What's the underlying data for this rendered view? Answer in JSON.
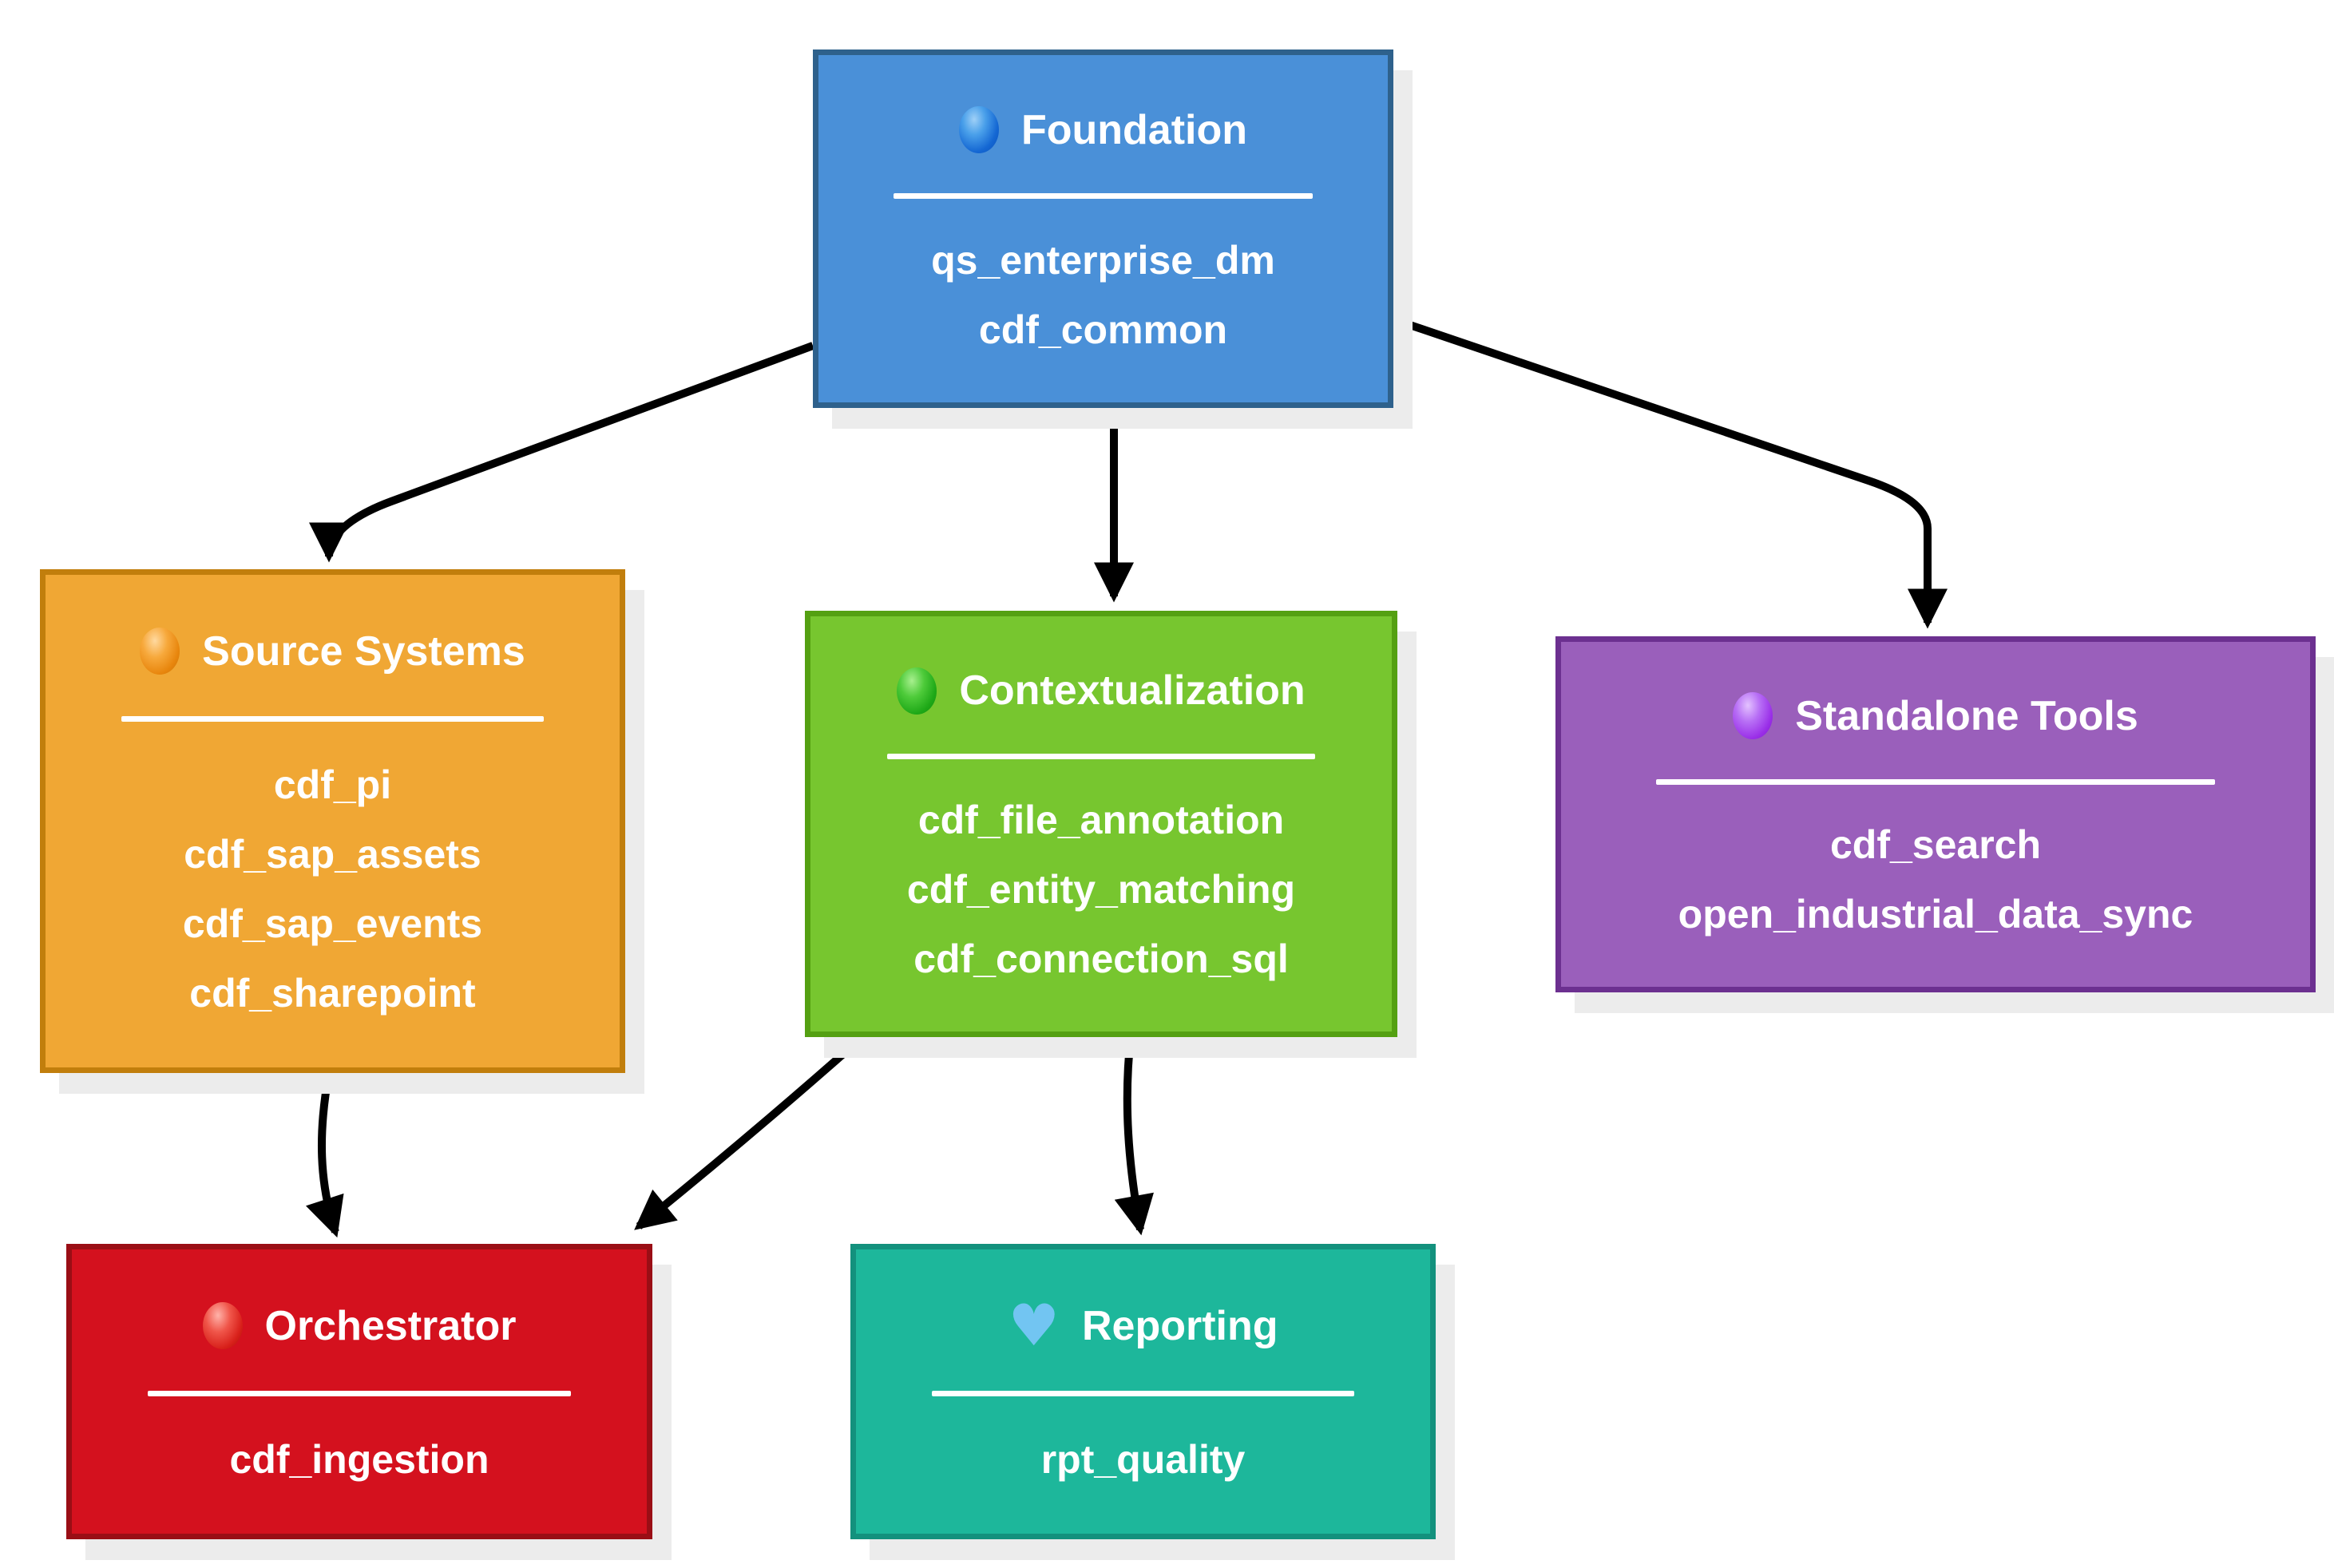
{
  "canvas": {
    "background": "#FFFFFF"
  },
  "arrow_color": "#000000",
  "nodes": {
    "foundation": {
      "title": "Foundation",
      "icon": "blue-circle-icon",
      "items": [
        "qs_enterprise_dm",
        "cdf_common"
      ],
      "fill": "#4A90D8",
      "border": "#2E618C"
    },
    "source_systems": {
      "title": "Source Systems",
      "icon": "orange-circle-icon",
      "items": [
        "cdf_pi",
        "cdf_sap_assets",
        "cdf_sap_events",
        "cdf_sharepoint"
      ],
      "fill": "#F0A734",
      "border": "#C17E0C"
    },
    "contextualization": {
      "title": "Contextualization",
      "icon": "green-circle-icon",
      "items": [
        "cdf_file_annotation",
        "cdf_entity_matching",
        "cdf_connection_sql"
      ],
      "fill": "#77C62F",
      "border": "#54A012"
    },
    "standalone_tools": {
      "title": "Standalone Tools",
      "icon": "purple-circle-icon",
      "items": [
        "cdf_search",
        "open_industrial_data_sync"
      ],
      "fill": "#9A5FBB",
      "border": "#6C3090"
    },
    "orchestrator": {
      "title": "Orchestrator",
      "icon": "red-circle-icon",
      "items": [
        "cdf_ingestion"
      ],
      "fill": "#D4111E",
      "border": "#9A0E15"
    },
    "reporting": {
      "title": "Reporting",
      "icon": "blue-heart-icon",
      "items": [
        "rpt_quality"
      ],
      "fill": "#1DB79B",
      "border": "#13917D"
    }
  },
  "edges": [
    {
      "from": "foundation",
      "to": "source_systems"
    },
    {
      "from": "foundation",
      "to": "contextualization"
    },
    {
      "from": "foundation",
      "to": "standalone_tools"
    },
    {
      "from": "source_systems",
      "to": "orchestrator"
    },
    {
      "from": "contextualization",
      "to": "orchestrator"
    },
    {
      "from": "contextualization",
      "to": "reporting"
    }
  ],
  "icons": {
    "heart_glyph": "♥"
  }
}
